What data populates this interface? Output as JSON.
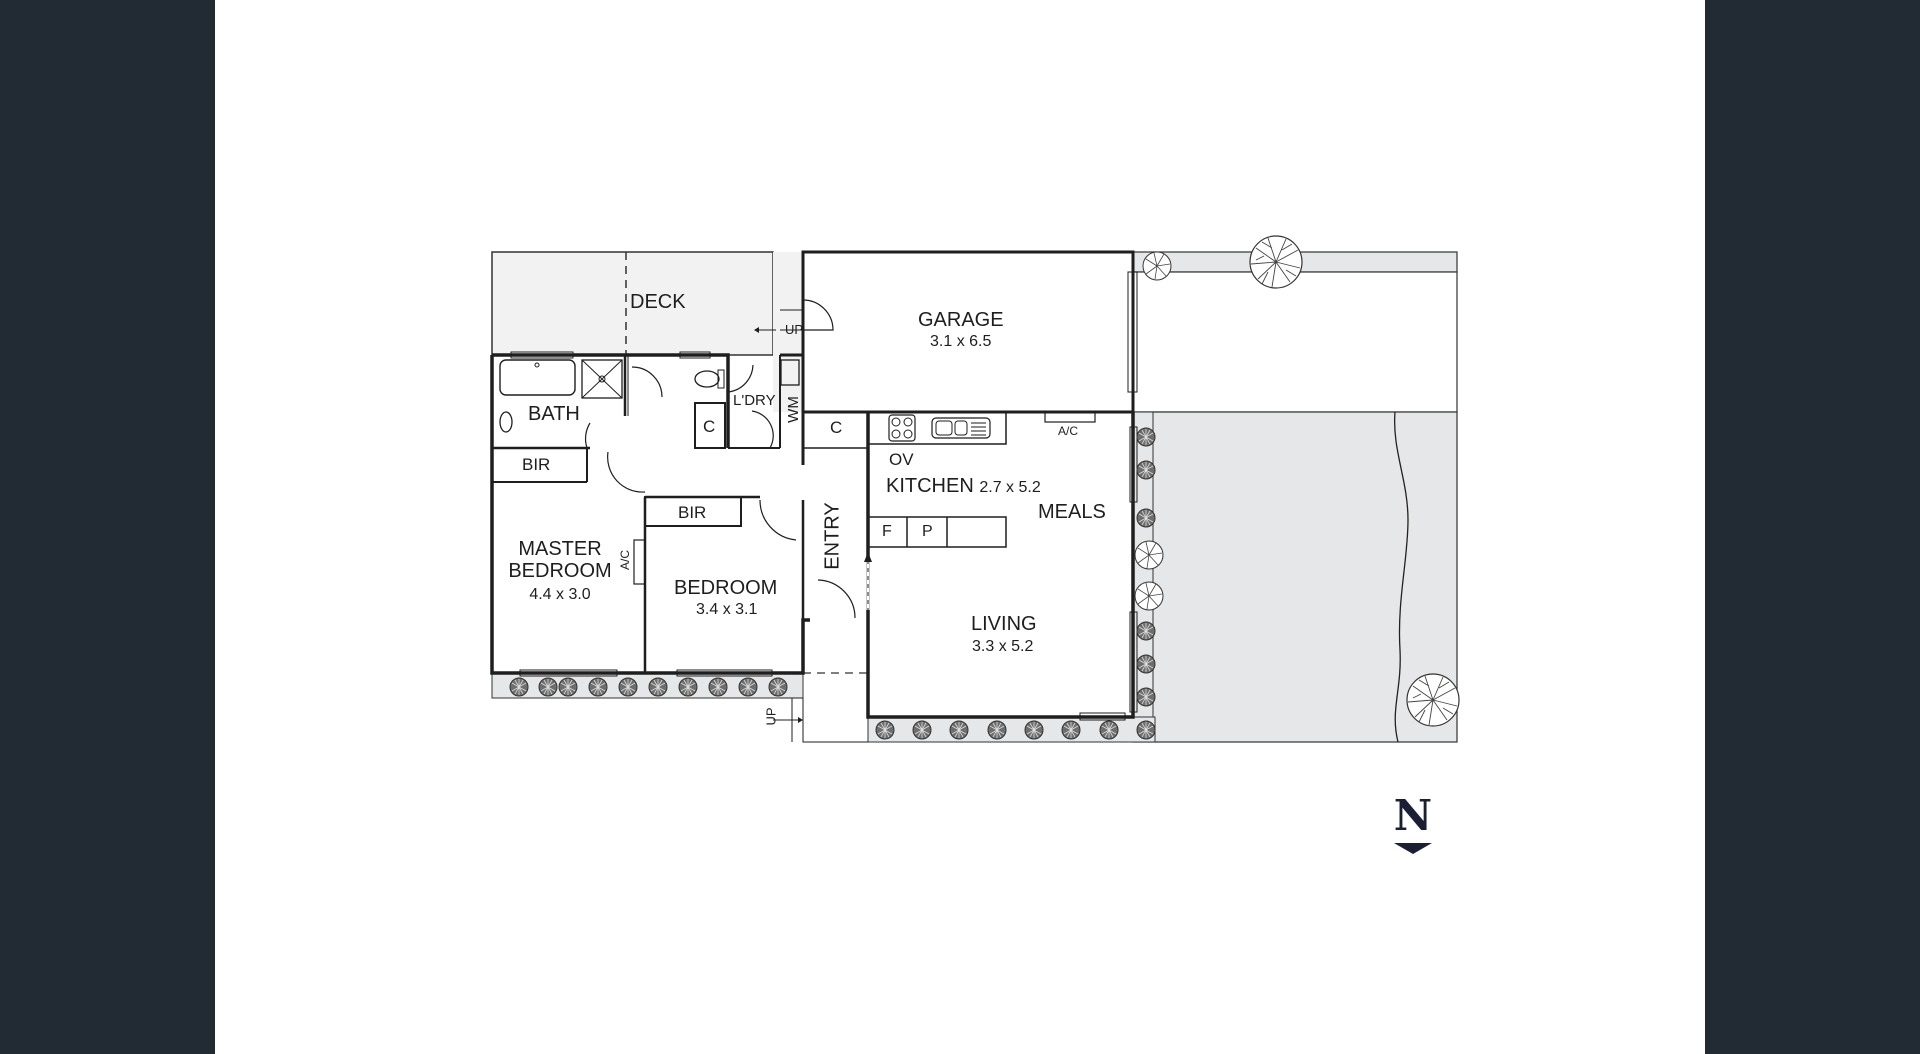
{
  "layout": {
    "panel_color": "#222a33",
    "background": "#ffffff",
    "wall_color": "#1e1e1e",
    "outdoor_fill": "#e6e7e8",
    "deck_fill": "#f2f2f2"
  },
  "floorplan": {
    "rooms": [
      {
        "id": "deck",
        "name": "DECK",
        "dims": ""
      },
      {
        "id": "garage",
        "name": "GARAGE",
        "dims": "3.1 x 6.5"
      },
      {
        "id": "bath",
        "name": "BATH",
        "dims": ""
      },
      {
        "id": "laundry",
        "name": "L'DRY",
        "dims": ""
      },
      {
        "id": "kitchen",
        "name": "KITCHEN",
        "dims": "2.7 x 5.2"
      },
      {
        "id": "meals",
        "name": "MEALS",
        "dims": ""
      },
      {
        "id": "master_bedroom",
        "name_line1": "MASTER",
        "name_line2": "BEDROOM",
        "dims": "4.4 x 3.0"
      },
      {
        "id": "bedroom",
        "name": "BEDROOM",
        "dims": "3.4 x 3.1"
      },
      {
        "id": "entry",
        "name": "ENTRY",
        "dims": ""
      },
      {
        "id": "living",
        "name": "LIVING",
        "dims": "3.3 x 5.2"
      }
    ],
    "fixtures": {
      "bir_master": "BIR",
      "bir_bedroom": "BIR",
      "cupboard_hall": "C",
      "cupboard_kitchen": "C",
      "washing_machine": "WM",
      "oven": "OV",
      "fridge": "F",
      "pantry": "P",
      "ac_kitchen": "A/C",
      "ac_master": "A/C",
      "stairs_up_deck": "UP",
      "stairs_up_front": "UP"
    },
    "compass": {
      "label": "N",
      "direction": "down"
    }
  }
}
